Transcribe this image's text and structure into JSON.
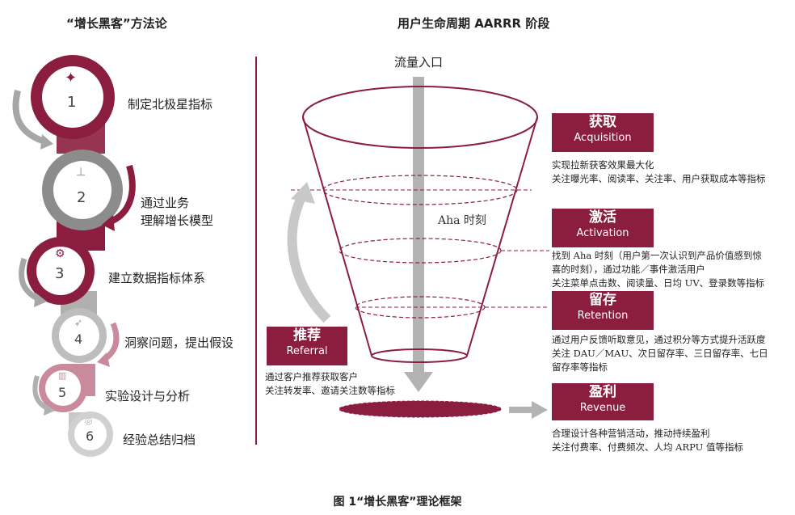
{
  "left_title": "“增长黑客”方法论",
  "right_title": "用户生命周期 AARRR 阶段",
  "steps": [
    {
      "num": "1",
      "label": "制定北极星指标",
      "icon": "satellite-icon"
    },
    {
      "num": "2",
      "label_lines": [
        "通过业务",
        "理解增长模型"
      ],
      "icon": "antenna-icon"
    },
    {
      "num": "3",
      "label": "建立数据指标体系",
      "icon": "gear-icon"
    },
    {
      "num": "4",
      "label": "洞察问题，提出假设",
      "icon": "paper-plane-icon"
    },
    {
      "num": "5",
      "label": "实验设计与分析",
      "icon": "map-icon"
    },
    {
      "num": "6",
      "label": "经验总结归档",
      "icon": "planet-icon"
    }
  ],
  "funnel": {
    "traffic_entry": "流量入口",
    "aha_moment": "Aha 时刻"
  },
  "stages": {
    "acquisition": {
      "cn": "获取",
      "en": "Acquisition",
      "desc": [
        "实现拉新获客效果最大化",
        "关注曝光率、阅读率、关注率、用户获取成本等指标"
      ]
    },
    "activation": {
      "cn": "激活",
      "en": "Activation",
      "desc": [
        "找到 Aha 时刻（用户第一次认识到产品价值感到惊",
        "喜的时刻），通过功能／事件激活用户",
        "关注菜单点击数、阅读量、日均 UV、登录数等指标"
      ]
    },
    "retention": {
      "cn": "留存",
      "en": "Retention",
      "desc": [
        "通过用户反馈听取意见，通过积分等方式提升活跃度",
        "关注 DAU／MAU、次日留存率、三日留存率、七日",
        "留存率等指标"
      ]
    },
    "referral": {
      "cn": "推荐",
      "en": "Referral",
      "desc": [
        "通过客户推荐获取客户",
        "关注转发率、邀请关注数等指标"
      ]
    },
    "revenue": {
      "cn": "盈利",
      "en": "Revenue",
      "desc": [
        "合理设计各种营销活动，推动持续盈利",
        "关注付费率、付费频次、人均 ARPU 值等指标"
      ]
    }
  },
  "caption": "图 1“增长黑客”理论框架",
  "colors": {
    "brand": "#8b1e3f",
    "gray": "#a6a6a6",
    "light_gray": "#c8c8c8",
    "pink": "#c98a9c"
  }
}
